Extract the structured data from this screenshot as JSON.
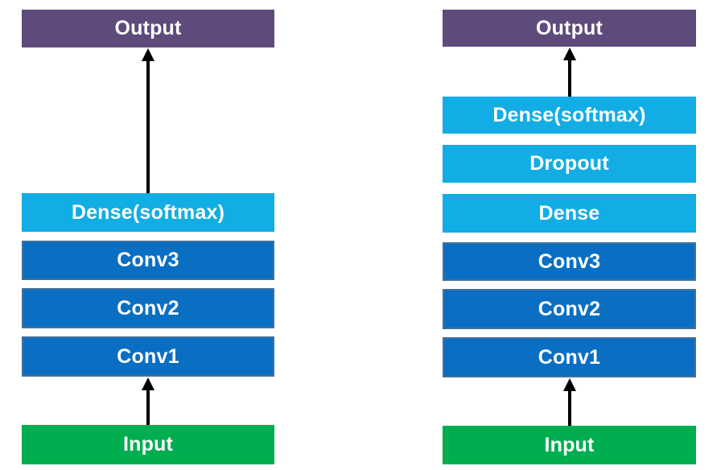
{
  "colors": {
    "background": "#FFFFFF",
    "output_box": "#5E4B7C",
    "dense_box": "#12ADE4",
    "conv_box_fill": "#0A6FC2",
    "conv_box_border": "#41719C",
    "input_box": "#00AD4F",
    "arrow": "#000000",
    "label_text": "#FFFFFF"
  },
  "diagrams": [
    {
      "name": "cnn-without-dropout",
      "layers": [
        {
          "label": "Output",
          "type": "output"
        },
        {
          "label": "Dense(softmax)",
          "type": "dense"
        },
        {
          "label": "Conv3",
          "type": "conv"
        },
        {
          "label": "Conv2",
          "type": "conv"
        },
        {
          "label": "Conv1",
          "type": "conv"
        },
        {
          "label": "Input",
          "type": "input"
        }
      ],
      "arrows": [
        {
          "from": "Dense(softmax)",
          "to": "Output"
        },
        {
          "from": "Input",
          "to": "Conv1"
        }
      ]
    },
    {
      "name": "cnn-with-dense-dropout",
      "layers": [
        {
          "label": "Output",
          "type": "output"
        },
        {
          "label": "Dense(softmax)",
          "type": "dense"
        },
        {
          "label": "Dropout",
          "type": "dense"
        },
        {
          "label": "Dense",
          "type": "dense"
        },
        {
          "label": "Conv3",
          "type": "conv"
        },
        {
          "label": "Conv2",
          "type": "conv"
        },
        {
          "label": "Conv1",
          "type": "conv"
        },
        {
          "label": "Input",
          "type": "input"
        }
      ],
      "arrows": [
        {
          "from": "Dense(softmax)",
          "to": "Output"
        },
        {
          "from": "Input",
          "to": "Conv1"
        }
      ]
    }
  ]
}
